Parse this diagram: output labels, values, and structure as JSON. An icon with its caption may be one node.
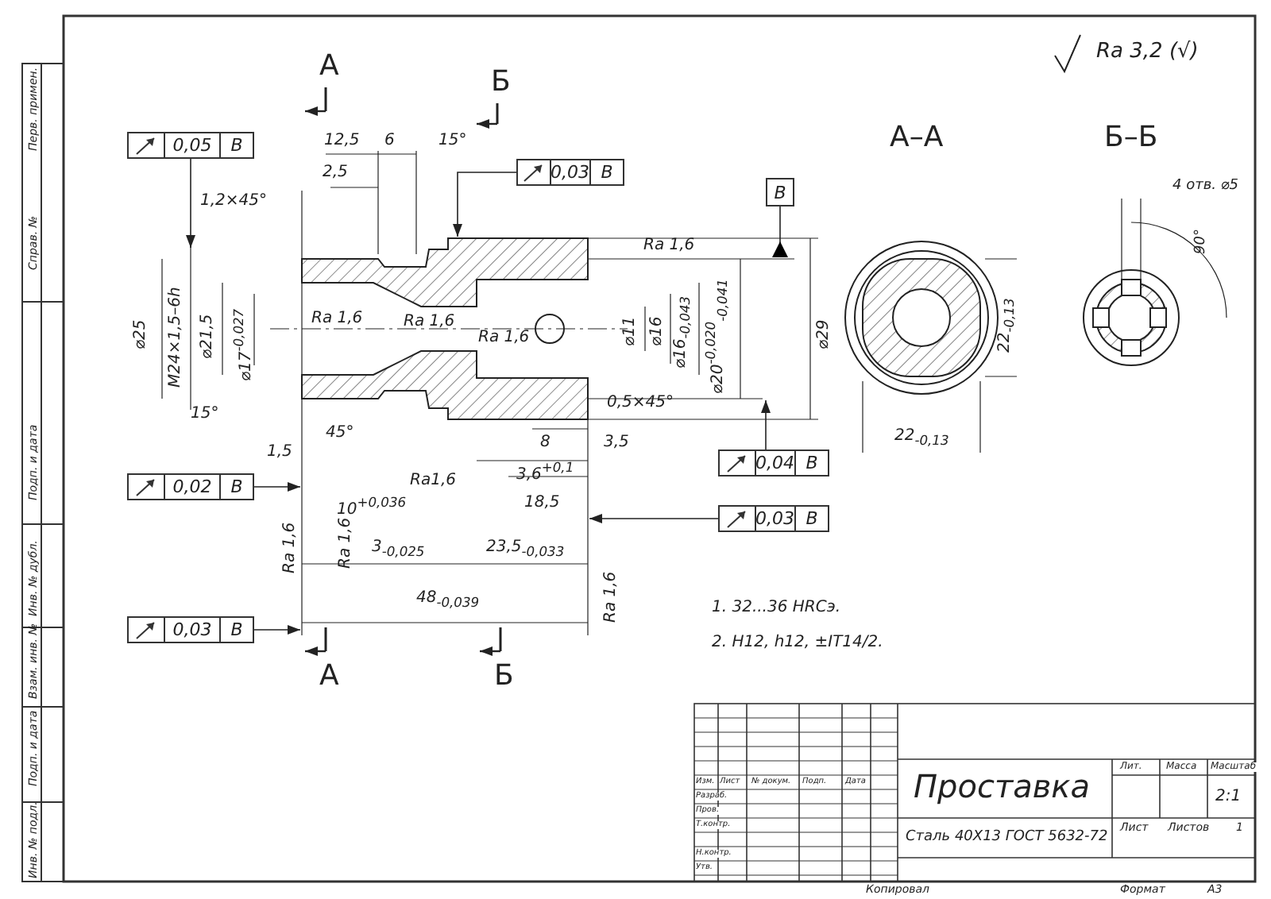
{
  "diagram": {
    "nodes": [
      {
        "text": [
          "0,05",
          "В"
        ]
      },
      {
        "text": [
          "0,03",
          "В"
        ]
      },
      {
        "text": [
          "В"
        ]
      },
      {
        "text": [
          "0,02",
          "В"
        ]
      },
      {
        "text": [
          "0,04",
          "В"
        ]
      },
      {
        "text": [
          "0,03",
          "В"
        ]
      },
      {
        "text": [
          "0,03",
          "В"
        ]
      }
    ],
    "edges": [
      {
        "from": 0,
        "to": null,
        "arrow": "to"
      },
      {
        "from": 1,
        "to": null,
        "arrow": "to"
      },
      {
        "from": 2,
        "to": null,
        "arrow": "other"
      },
      {
        "from": 3,
        "to": null,
        "arrow": "to"
      },
      {
        "from": 4,
        "to": null,
        "arrow": "to"
      },
      {
        "from": 5,
        "to": null,
        "arrow": "to"
      },
      {
        "from": 6,
        "to": null,
        "arrow": "to"
      }
    ],
    "labels": [
      "Ra 3,2 (√)",
      "А",
      "Б",
      "12,5",
      "6",
      "15°",
      "2,5",
      "1,2×45°",
      "А–А",
      "Б–Б",
      "4 отв. ⌀5",
      "90°",
      "Ra 1,6",
      "⌀25",
      "M24×1,5–6h",
      "⌀21,5",
      "⌀17$^{-0,027}$",
      "Ra 1,6",
      "Ra 1,6",
      "Ra 1,6",
      "⌀11",
      "⌀16",
      "⌀16$_{-0,043}$",
      "⌀20$^{-0,020}$$_{-0,041}$",
      "⌀29",
      "22$_{-0,13}$",
      "15°",
      "45°",
      "0,5×45°",
      "22$_{-0,13}$",
      "8",
      "3,5",
      "1,5",
      "3,6$^{+0,1}$",
      "10$^{+0,036}$",
      "Ra1,6",
      "Ra 1,6",
      "18,5",
      "Ra 1,6",
      "3$_{-0,025}$",
      "23,5$_{-0,033}$",
      "Ra 1,6",
      "48$_{-0,039}$",
      "1. 32...36 HRCэ.",
      "2. H12, h12, ±IT14/2.",
      "А",
      "Б",
      "Изм.",
      "Лист",
      "№ докум.",
      "Подп.",
      "Дата",
      "Разраб.",
      "Пров.",
      "Т.контр.",
      "Н.контр.",
      "Утв.",
      "Проставка",
      "Сталь 40Х13 ГОСТ 5632-72",
      "Лит.",
      "Масса",
      "Масштаб",
      "2:1",
      "Лист",
      "Листов",
      "1",
      "Копировал",
      "Формат",
      "А3",
      "Перв. примен.",
      "Справ. №",
      "Подп. и дата",
      "Инв. № дубл.",
      "Взам. инв. №",
      "Подп. и дата",
      "Инв. № подл."
    ]
  }
}
